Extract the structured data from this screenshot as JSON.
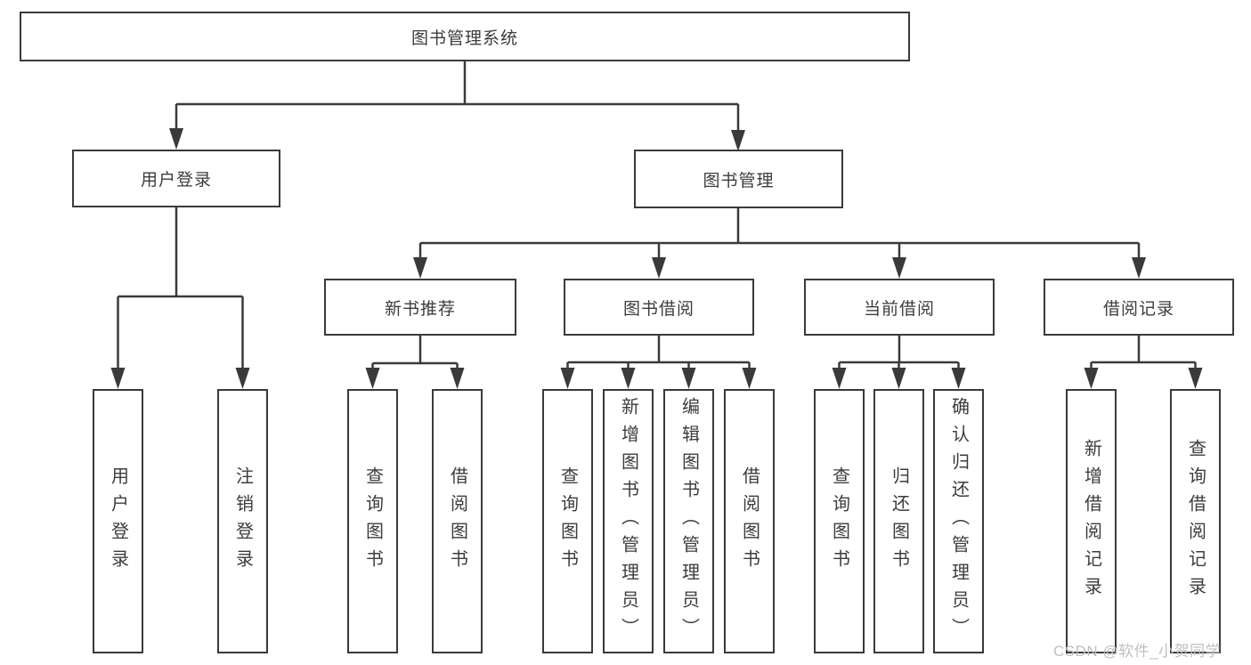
{
  "diagram": {
    "title": "图书管理系统",
    "type": "hierarchy-tree",
    "colors": {
      "background": "#ffffff",
      "box_border": "#3a3a3a",
      "connector_line": "#3a3a3a",
      "text": "#3c3c3c",
      "watermark": "#bfbfc4"
    },
    "nodes": {
      "root": {
        "label": "图书管理系统"
      },
      "user_login": {
        "label": "用户登录"
      },
      "book_mgmt": {
        "label": "图书管理"
      },
      "new_book_rec": {
        "label": "新书推荐"
      },
      "book_borrow": {
        "label": "图书借阅"
      },
      "current_borrow": {
        "label": "当前借阅"
      },
      "borrow_records": {
        "label": "借阅记录"
      },
      "leaf_user_login": {
        "label": "用户登录"
      },
      "leaf_logout": {
        "label": "注销登录"
      },
      "leaf_query_book_1": {
        "label": "查询图书"
      },
      "leaf_borrow_book_1": {
        "label": "借阅图书"
      },
      "leaf_query_book_2": {
        "label": "查询图书"
      },
      "leaf_add_book": {
        "label": "新增图书（管理员）"
      },
      "leaf_edit_book": {
        "label": "编辑图书（管理员）"
      },
      "leaf_borrow_book_2": {
        "label": "借阅图书"
      },
      "leaf_query_book_3": {
        "label": "查询图书"
      },
      "leaf_return_book": {
        "label": "归还图书"
      },
      "leaf_confirm_return": {
        "label": "确认归还（管理员）"
      },
      "leaf_add_record": {
        "label": "新增借阅记录"
      },
      "leaf_query_record": {
        "label": "查询借阅记录"
      }
    },
    "tree": {
      "图书管理系统": {
        "用户登录": [
          "用户登录",
          "注销登录"
        ],
        "图书管理": {
          "新书推荐": [
            "查询图书",
            "借阅图书"
          ],
          "图书借阅": [
            "查询图书",
            "新增图书（管理员）",
            "编辑图书（管理员）",
            "借阅图书"
          ],
          "当前借阅": [
            "查询图书",
            "归还图书",
            "确认归还（管理员）"
          ],
          "借阅记录": [
            "新增借阅记录",
            "查询借阅记录"
          ]
        }
      }
    }
  },
  "watermark": {
    "text": "CSDN @软件_小贺同学"
  }
}
